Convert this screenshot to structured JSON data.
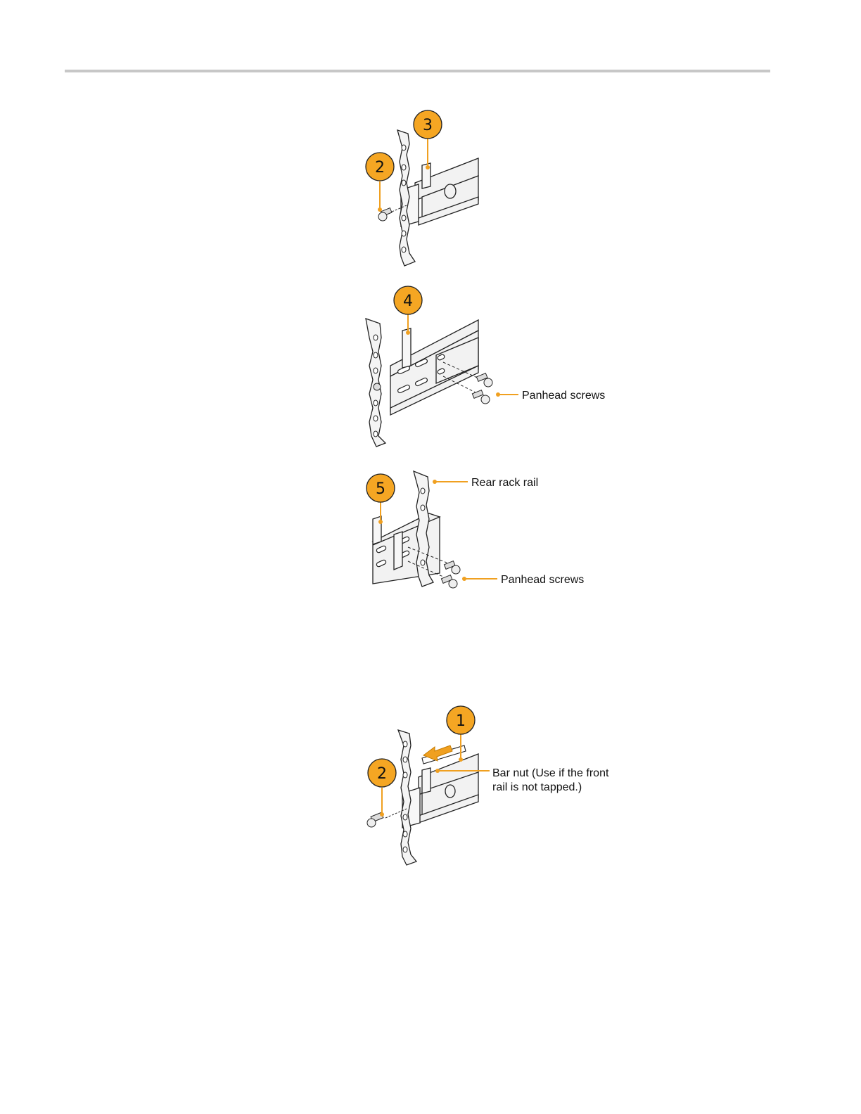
{
  "colors": {
    "callout": "#f5a623",
    "leader": "#f0a020",
    "rule": "#c7c7c7",
    "line": "#222222",
    "metal": "#f2f2f2"
  },
  "figure1": {
    "badges": [
      "3",
      "2"
    ]
  },
  "figure2": {
    "badges": [
      "4"
    ],
    "label": "Panhead screws"
  },
  "figure3": {
    "badges": [
      "5"
    ],
    "label_top": "Rear rack rail",
    "label_bottom": "Panhead screws"
  },
  "figure4": {
    "badges": [
      "1",
      "2"
    ],
    "label_line1": "Bar nut (Use if the front",
    "label_line2": "rail is not tapped.)"
  }
}
